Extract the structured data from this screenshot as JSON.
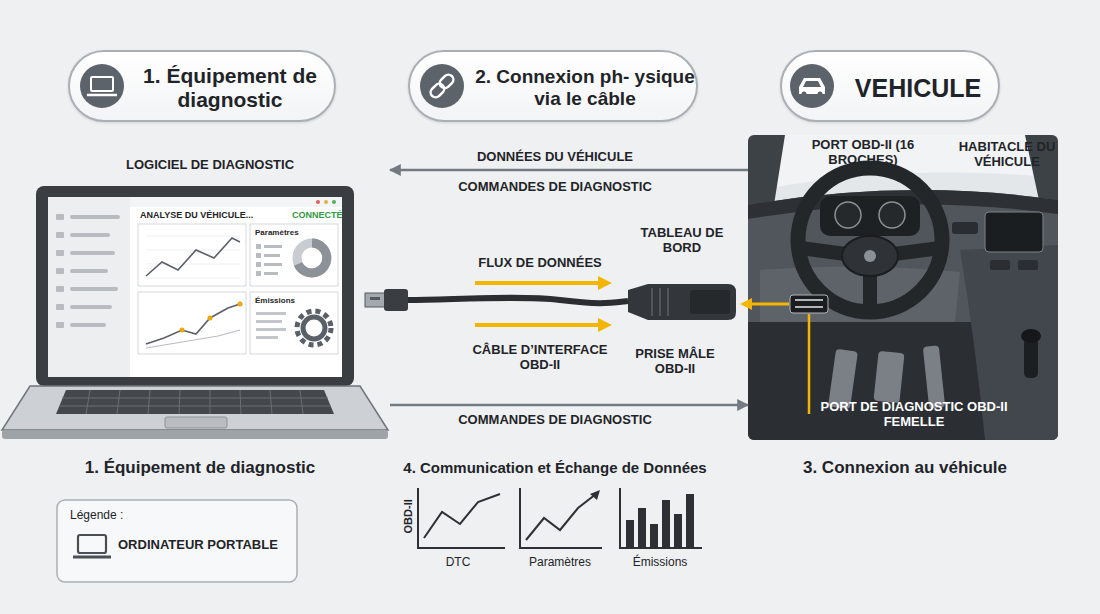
{
  "diagram": {
    "nodes": [
      {
        "text": [
          "1. Équipement de diagnostic"
        ]
      },
      {
        "text": [
          "2. Connexion ph- ysique via le câble"
        ]
      },
      {
        "text": [
          "VEHICULE"
        ]
      },
      {
        "text": [
          "LOGICIEL DE DIAGNOSTIC",
          "1. Équipement de diagnostic"
        ]
      },
      {
        "text": [
          "PORT OBD-II (16 BROCHES)",
          "HABITACLE DU VÉHICULE",
          "PORT DE DIAGNOSTIC OBD-II FEMELLE",
          "3. Connexion au véhicule"
        ]
      }
    ],
    "edges": [
      {
        "from": 4,
        "to": 3,
        "arrow": "to",
        "label": "DONNÉES DU VÉHICULE"
      },
      {
        "from": 3,
        "to": 4,
        "arrow": "to",
        "label": "COMMANDES DE DIAGNOSTIC"
      }
    ],
    "labels": [
      "ANALYSE DU VÉHICULE...",
      "CONNECTÉ",
      "Paramètres",
      "Émissions",
      "COMMANDES DE DIAGNOSTIC",
      "FLUX DE DONNÉES",
      "TABLEAU DE BORD",
      "CÂBLE D’INTERFACE OBD-II",
      "PRISE MÂLE OBD-II",
      "4. Communication et Échange de Données",
      "OBD-II",
      "DTC",
      "Paramètres",
      "Émissions",
      "Légende :"
    ],
    "legend": [
      {
        "text": "ORDINATEUR PORTABLE"
      }
    ]
  }
}
